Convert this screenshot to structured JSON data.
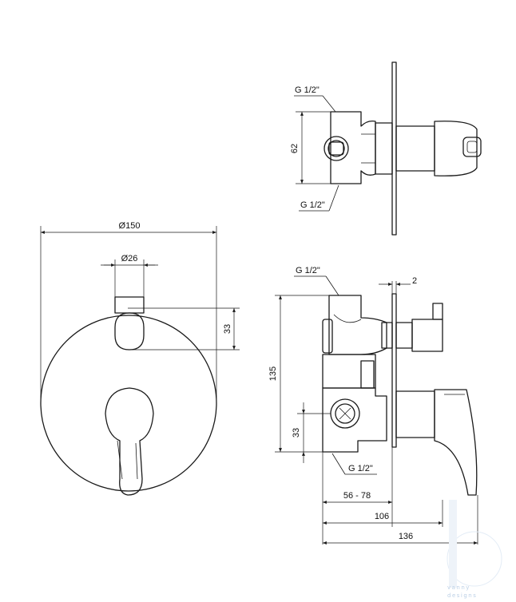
{
  "labels": {
    "dia_plate": "Ø150",
    "dia_handle": "Ø26",
    "dim_33_front": "33",
    "g_top1": "G 1/2\"",
    "g_top2": "G 1/2\"",
    "dim_62": "62",
    "g_side_top": "G 1/2\"",
    "dim_2": "2",
    "dim_135": "135",
    "dim_33_side": "33",
    "g_side_bottom": "G 1/2\"",
    "dim_56_78": "56 - 78",
    "dim_106": "106",
    "dim_136": "136"
  },
  "watermark": {
    "line1": "vanny",
    "line2": "designs"
  },
  "colors": {
    "line": "#1a1a1a",
    "watermark": "#bcd0e6"
  }
}
